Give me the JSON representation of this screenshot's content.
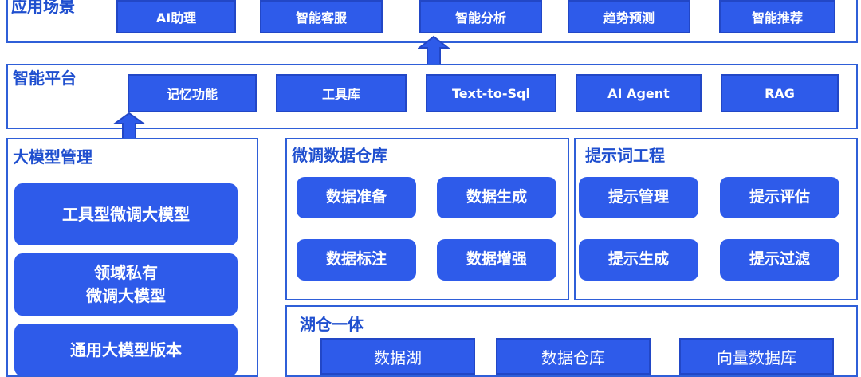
{
  "application_layer": {
    "title": "应用场景",
    "items": [
      "AI助理",
      "智能客服",
      "智能分析",
      "趋势预测",
      "智能推荐"
    ]
  },
  "platform_layer": {
    "title": "智能平台",
    "items": [
      "记忆功能",
      "工具库",
      "Text-to-Sql",
      "AI Agent",
      "RAG"
    ]
  },
  "model_management": {
    "title": "大模型管理",
    "items": [
      {
        "line1": "工具型微调大模型",
        "line2": ""
      },
      {
        "line1": "领域私有",
        "line2": "微调大模型"
      },
      {
        "line1": "通用大模型版本",
        "line2": ""
      }
    ]
  },
  "finetune_warehouse": {
    "title": "微调数据仓库",
    "items": [
      "数据准备",
      "数据生成",
      "数据标注",
      "数据增强"
    ]
  },
  "prompt_engineering": {
    "title": "提示词工程",
    "items": [
      "提示管理",
      "提示评估",
      "提示生成",
      "提示过滤"
    ]
  },
  "lakehouse": {
    "title": "湖仓一体",
    "items": [
      "数据湖",
      "数据仓库",
      "向量数据库"
    ]
  },
  "colors": {
    "primary": "#2e5bea",
    "border": "#2f5fd8",
    "title": "#1f4fcf"
  }
}
